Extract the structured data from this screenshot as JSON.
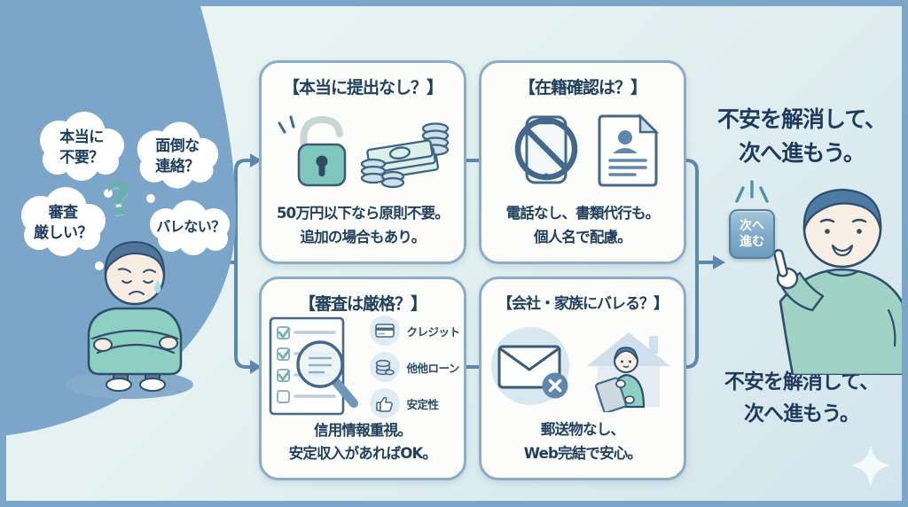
{
  "colors": {
    "frame_blue": "#7ba6c9",
    "background_light": "#e4f1f1",
    "card_background": "#fcfdfb",
    "card_border": "#8cacc6",
    "text_dark_navy": "#21405e",
    "connector_blue": "#5d87ac",
    "teal_accent": "#7fc7bd",
    "steel_blue_icon": "#44688a",
    "button_blue": "#6f9cbe"
  },
  "thought_bubbles": [
    {
      "line1": "本当に",
      "line2": "不要？"
    },
    {
      "line1": "面倒な",
      "line2": "連絡？"
    },
    {
      "line1": "審査",
      "line2": "厳しい？"
    },
    {
      "line1": "バレない？",
      "line2": ""
    }
  ],
  "question_mark": "?",
  "cards": [
    {
      "title": "【本当に提出なし？】",
      "body_line1": "50万円以下なら原則不要。",
      "body_line2": "追加の場合もあり。"
    },
    {
      "title": "【在籍確認は？】",
      "body_line1": "電話なし、書類代行も。",
      "body_line2": "個人名で配慮。"
    },
    {
      "title": "【審査は厳格？】",
      "body_line1": "信用情報重視。",
      "body_line2": "安定収入があればOK。",
      "items": [
        {
          "label": "クレジット"
        },
        {
          "label": "他他ローン"
        },
        {
          "label": "安定性"
        }
      ]
    },
    {
      "title": "【会社・家族にバレる？】",
      "body_line1": "郵送物なし、",
      "body_line2": "Web完結で安心。"
    }
  ],
  "right_panel": {
    "headline_line1": "不安を解消して、",
    "headline_line2": "次へ進もう。",
    "next_button": {
      "line1": "次へ",
      "line2": "進む"
    },
    "footer_line1": "不安を解消して、",
    "footer_line2": "次へ進もう。"
  }
}
